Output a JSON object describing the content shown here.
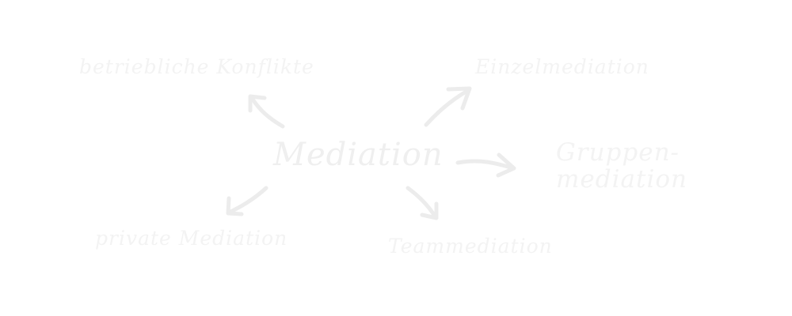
{
  "diagram": {
    "center": "Mediation",
    "nodes": {
      "top_left": "betriebliche Konflikte",
      "top_right": "Einzelmediation",
      "right_line1": "Gruppen-",
      "right_line2": "mediation",
      "bottom_left": "private Mediation",
      "bottom_right": "Teammediation"
    }
  },
  "colors": {
    "text": "#f3f3f3",
    "arrow": "#ececec",
    "background": "#ffffff"
  }
}
